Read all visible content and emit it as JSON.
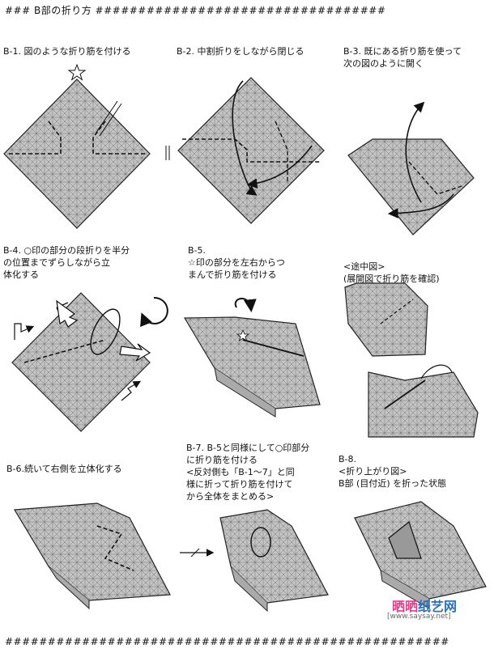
{
  "header": "###  B部の折り方  ##################################",
  "footer": "####################################################",
  "steps": [
    {
      "label": "B-1. 図のような折り筋を付ける"
    },
    {
      "label": "B-2. 中割折りをしながら閉じる"
    },
    {
      "label": "B-3. 既にある折り筋を使って次の図のように開く"
    },
    {
      "label": "B-4. ○印の部分の段折りを半分の位置までずらしながら立体化する"
    },
    {
      "label": "B-5. ☆印の部分を左右からつまんで折り筋を付ける"
    },
    {
      "label": "<途中図> (展開図で折り筋を確認)"
    },
    {
      "label": "B-6.続いて右側を立体化する"
    },
    {
      "label": "B-7. B-5と同様にして○印部分に折り筋を付ける <反対側も「B-1〜7」と同様に折って折り筋を付けてから全体をまとめる>"
    },
    {
      "label": "B-8. <折り上がり図> B部 (目付近) を折った状態"
    }
  ],
  "watermark": {
    "brand_a": "晒晒",
    "brand_b": "纸艺网",
    "url": "[www.saysay.net]"
  },
  "colors": {
    "paper": "#bdbdbd",
    "line": "#222222",
    "accent": "#e0408a"
  }
}
